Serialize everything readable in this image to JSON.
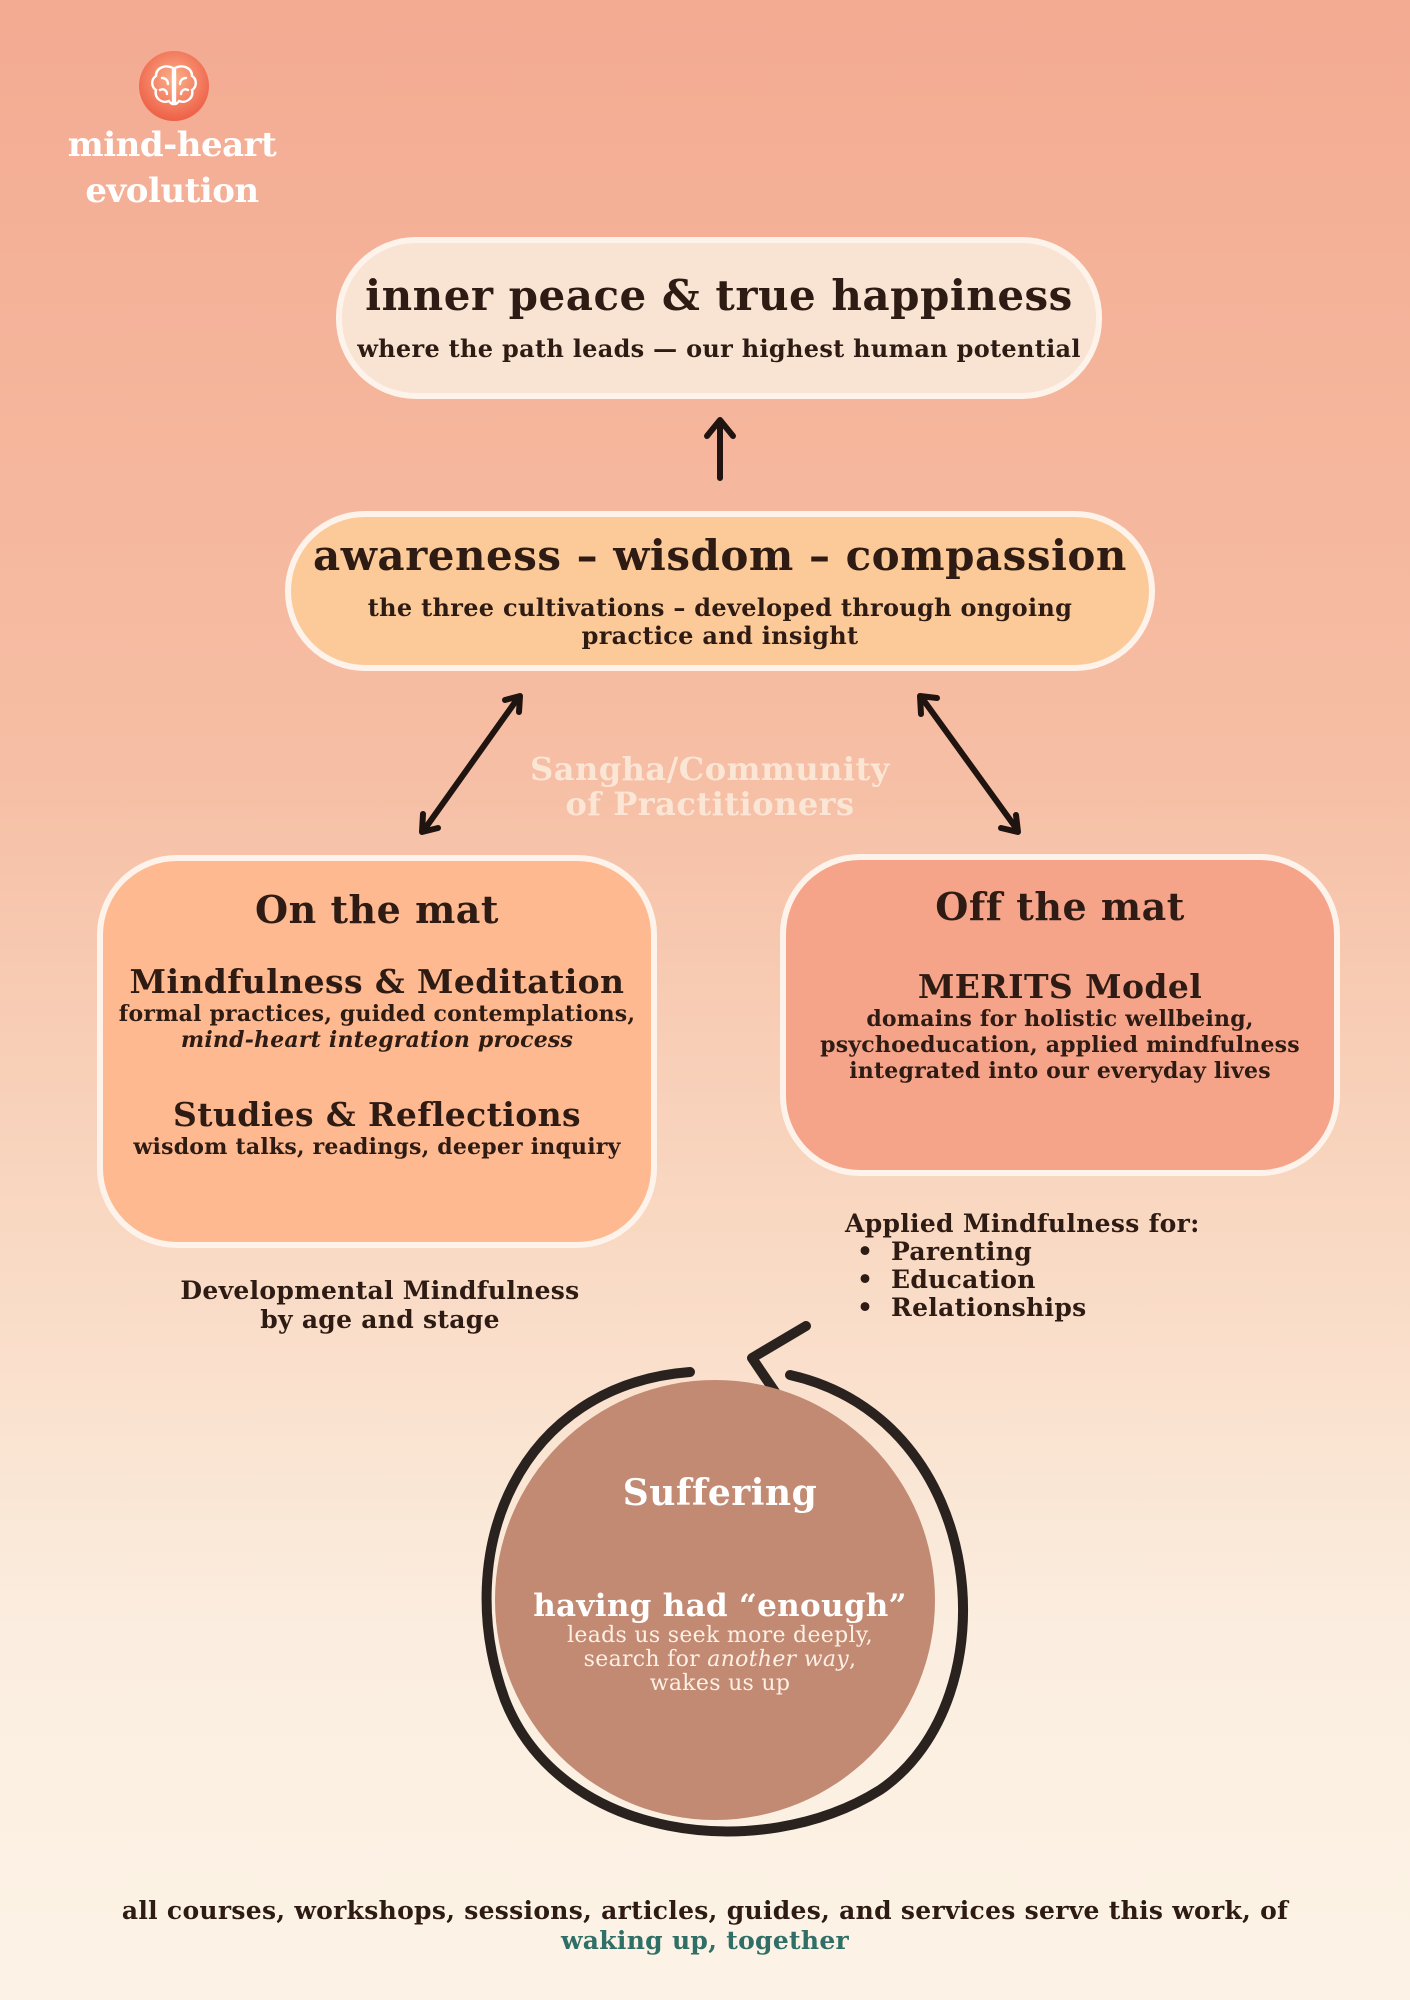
{
  "logo": {
    "icon": "brain-icon",
    "line1": "mind-heart",
    "line2": "evolution",
    "accent_color": "#ef6a4b"
  },
  "top": {
    "title": "inner peace & true happiness",
    "subtitle": "where the path leads — our highest human potential"
  },
  "middle": {
    "title": "awareness – wisdom – compassion",
    "subtitle": "the three cultivations – developed through ongoing practice and insight"
  },
  "community": {
    "line1": "Sangha/Community",
    "line2": "of Practitioners"
  },
  "on_mat": {
    "title": "On the mat",
    "sections": [
      {
        "title": "Mindfulness & Meditation",
        "line1": "formal practices, guided contemplations,",
        "line2_italic": "mind-heart integration process"
      },
      {
        "title": "Studies & Reflections",
        "line1": "wisdom talks, readings, deeper inquiry"
      }
    ],
    "note_line1": "Developmental Mindfulness",
    "note_line2": "by age and stage"
  },
  "off_mat": {
    "title": "Off the mat",
    "section_title": "MERITS Model",
    "lines": [
      "domains for holistic wellbeing,",
      "psychoeducation, applied mindfulness",
      "integrated into our everyday lives"
    ],
    "applied_title": "Applied Mindfulness for:",
    "applied_items": [
      "Parenting",
      "Education",
      "Relationships"
    ]
  },
  "suffering": {
    "title": "Suffering",
    "subtitle": "having had “enough”",
    "line1": "leads us seek more deeply,",
    "line2_pre": "search for ",
    "line2_italic": "another way",
    "line2_post": ",",
    "line3": "wakes us up"
  },
  "footer": {
    "line1": "all courses, workshops, sessions, articles, guides, and services serve this work, of",
    "tagline": "waking up, together",
    "tagline_color": "#2f6f67"
  }
}
